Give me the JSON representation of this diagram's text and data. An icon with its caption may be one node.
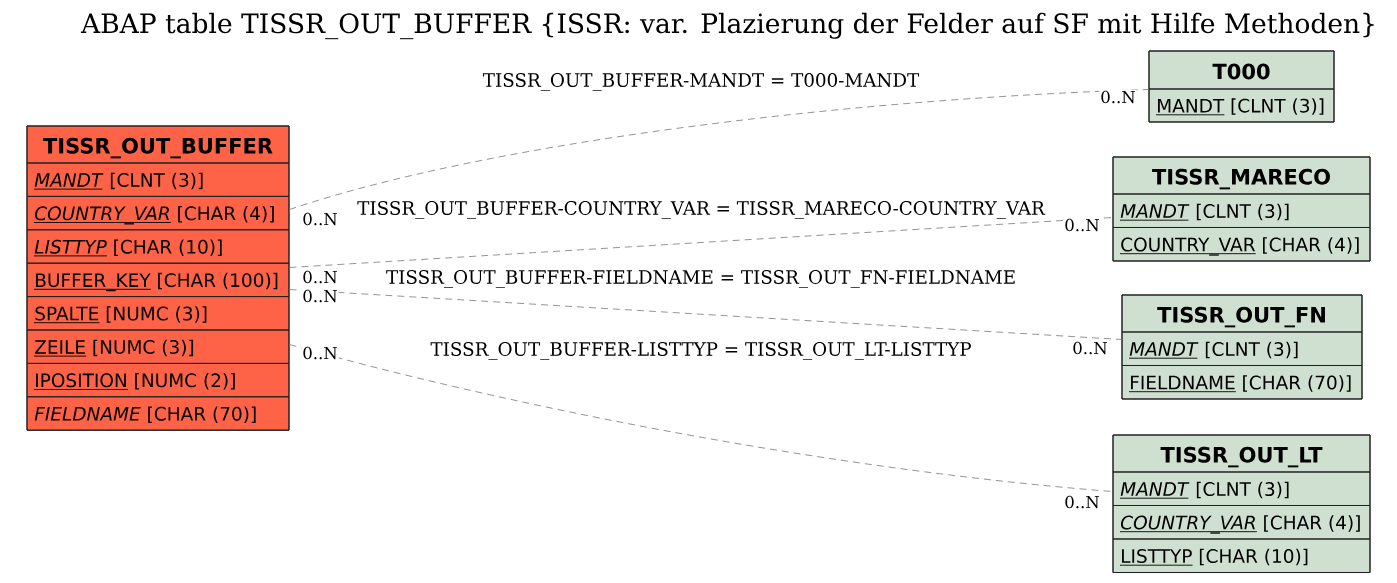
{
  "diagram": {
    "title": "ABAP table TISSR_OUT_BUFFER {ISSR: var. Plazierung der Felder auf SF mit Hilfe Methoden}",
    "nodes": [
      {
        "text": [
          "TISSR_OUT_BUFFER",
          "*MANDT* [CLNT (3)]",
          "*COUNTRY_VAR* [CHAR (4)]",
          "*LISTTYP* [CHAR (10)]",
          "BUFFER_KEY [CHAR (100)]",
          "SPALTE [NUMC (3)]",
          "ZEILE [NUMC (3)]",
          "IPOSITION [NUMC (2)]",
          "*FIELDNAME* [CHAR (70)]"
        ]
      },
      {
        "text": [
          "T000",
          "MANDT [CLNT (3)]"
        ]
      },
      {
        "text": [
          "TISSR_MARECO",
          "*MANDT* [CLNT (3)]",
          "COUNTRY_VAR [CHAR (4)]"
        ]
      },
      {
        "text": [
          "TISSR_OUT_FN",
          "*MANDT* [CLNT (3)]",
          "FIELDNAME [CHAR (70)]"
        ]
      },
      {
        "text": [
          "TISSR_OUT_LT",
          "*MANDT* [CLNT (3)]",
          "*COUNTRY_VAR* [CHAR (4)]",
          "LISTTYP [CHAR (10)]"
        ]
      }
    ],
    "edges": [
      {
        "from": 0,
        "to": 1,
        "arrow": "none",
        "style": "dashed",
        "label": "TISSR_OUT_BUFFER-MANDT = T000-MANDT"
      },
      {
        "from": 0,
        "to": 2,
        "arrow": "none",
        "style": "dashed",
        "label": "TISSR_OUT_BUFFER-COUNTRY_VAR = TISSR_MARECO-COUNTRY_VAR"
      },
      {
        "from": 0,
        "to": 3,
        "arrow": "none",
        "style": "dashed",
        "label": "TISSR_OUT_BUFFER-FIELDNAME = TISSR_OUT_FN-FIELDNAME"
      },
      {
        "from": 0,
        "to": 4,
        "arrow": "none",
        "style": "dashed",
        "label": "TISSR_OUT_BUFFER-LISTTYP = TISSR_OUT_LT-LISTTYP"
      }
    ],
    "labels": [
      "0..N",
      "0..N",
      "0..N",
      "0..N",
      "0..N",
      "0..N",
      "0..N",
      "0..N"
    ]
  }
}
